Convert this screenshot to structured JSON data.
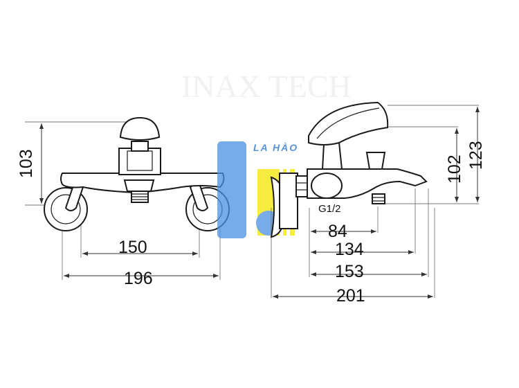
{
  "watermark": {
    "text": "LA HÀO"
  },
  "front_view": {
    "height_103": "103",
    "width_150": "150",
    "width_196": "196"
  },
  "side_view": {
    "thread": "G1/2",
    "dim_84": "84",
    "dim_134": "134",
    "dim_153": "153",
    "dim_201": "201",
    "height_102": "102",
    "height_123": "123"
  },
  "colors": {
    "logo_blue": "#4a90e2",
    "logo_yellow": "#f2e600",
    "logo_text": "#1d6fd6"
  }
}
